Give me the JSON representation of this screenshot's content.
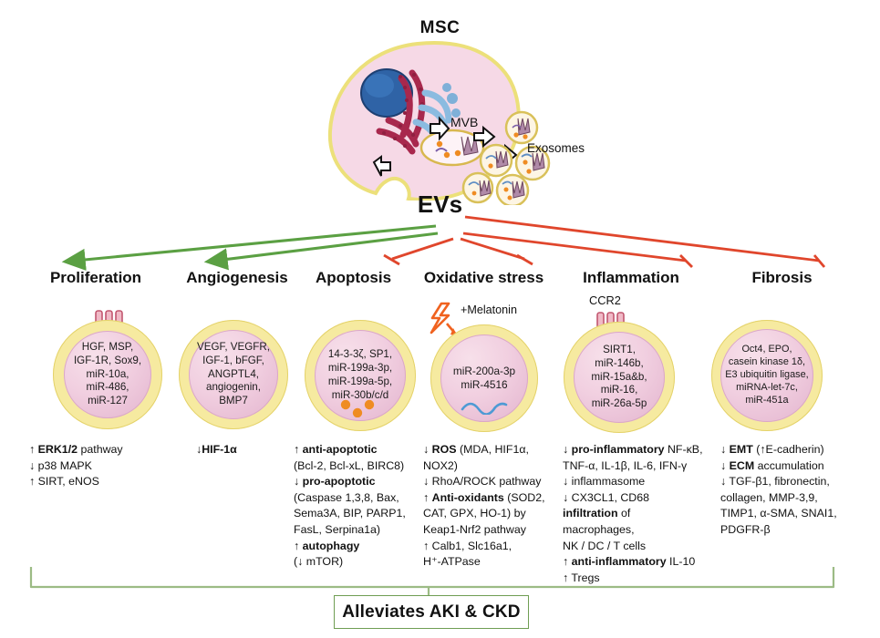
{
  "figure": {
    "msc_label": "MSC",
    "mvb_label": "MVB",
    "exosomes_label": "Exosomes",
    "evs_label": "EVs",
    "outcome": "Alleviates AKI & CKD",
    "colors": {
      "green_arrow": "#5ba043",
      "red_arrow": "#e0462c",
      "vesicle_outer": "#f6eaa0",
      "vesicle_inner": "#f0cbdf",
      "bracket": "#9cbb85",
      "box_border": "#6f9e53",
      "nucleus": "#2a5d9e",
      "er": "#a62a4d",
      "golgi": "#7fb6dd",
      "melatonin_bolt": "#f0621f",
      "cargo_dot": "#f08a22"
    }
  },
  "categories": [
    {
      "id": "proliferation",
      "title": "Proliferation",
      "arrow": "green-activation-arrow",
      "receptor": true,
      "receptor_label": "",
      "cargo": [
        "HGF, MSP,",
        "IGF-1R, Sox9,",
        "miR-10a,",
        "miR-486,",
        "miR-127"
      ],
      "effects": [
        [
          {
            "t": "↑ ",
            "b": false
          },
          {
            "t": "ERK1/2",
            "b": true
          },
          {
            "t": " pathway",
            "b": false
          }
        ],
        [
          {
            "t": "↓ p38 MAPK",
            "b": false
          }
        ],
        [
          {
            "t": "↑ SIRT, eNOS",
            "b": false
          }
        ]
      ]
    },
    {
      "id": "angiogenesis",
      "title": "Angiogenesis",
      "arrow": "green-activation-arrow",
      "receptor": false,
      "receptor_label": "",
      "cargo": [
        "VEGF, VEGFR,",
        "IGF-1, bFGF,",
        "ANGPTL4,",
        "angiogenin,",
        "BMP7"
      ],
      "effects": [
        [
          {
            "t": "↓",
            "b": false
          },
          {
            "t": "HIF-1α",
            "b": true
          }
        ]
      ]
    },
    {
      "id": "apoptosis",
      "title": "Apoptosis",
      "arrow": "red-inhibition-bar",
      "receptor": false,
      "receptor_label": "",
      "cargo": [
        "14-3-3ζ, SP1,",
        "miR-199a-3p,",
        "miR-199a-5p,",
        "miR-30b/c/d"
      ],
      "dots": 3,
      "effects": [
        [
          {
            "t": "↑ ",
            "b": false
          },
          {
            "t": "anti-apoptotic",
            "b": true
          }
        ],
        [
          {
            "t": "(Bcl-2, Bcl-xL, BIRC8)",
            "b": false
          }
        ],
        [
          {
            "t": "↓ ",
            "b": false
          },
          {
            "t": "pro-apoptotic",
            "b": true
          }
        ],
        [
          {
            "t": "(Caspase 1,3,8, Bax,",
            "b": false
          }
        ],
        [
          {
            "t": "Sema3A, BIP, PARP1,",
            "b": false
          }
        ],
        [
          {
            "t": "FasL, Serpina1a)",
            "b": false
          }
        ],
        [
          {
            "t": "↑ ",
            "b": false
          },
          {
            "t": "autophagy",
            "b": true
          }
        ],
        [
          {
            "t": "(↓ mTOR)",
            "b": false
          }
        ]
      ]
    },
    {
      "id": "oxidative-stress",
      "title": "Oxidative stress",
      "arrow": "red-inhibition-bar",
      "receptor": false,
      "receptor_label": "+Melatonin",
      "cargo": [
        "miR-200a-3p",
        "miR-4516"
      ],
      "effects": [
        [
          {
            "t": "↓ ",
            "b": false
          },
          {
            "t": "ROS",
            "b": true
          },
          {
            "t": " (MDA, HIF1α,",
            "b": false
          }
        ],
        [
          {
            "t": "NOX2)",
            "b": false
          }
        ],
        [
          {
            "t": "↓ RhoA/ROCK pathway",
            "b": false
          }
        ],
        [
          {
            "t": "↑ ",
            "b": false
          },
          {
            "t": "Anti-oxidants",
            "b": true
          },
          {
            "t": " (SOD2,",
            "b": false
          }
        ],
        [
          {
            "t": "CAT, GPX, HO-1) by",
            "b": false
          }
        ],
        [
          {
            "t": "Keap1-Nrf2 pathway",
            "b": false
          }
        ],
        [
          {
            "t": "↑ Calb1, Slc16a1,",
            "b": false
          }
        ],
        [
          {
            "t": "H⁺-ATPase",
            "b": false
          }
        ]
      ]
    },
    {
      "id": "inflammation",
      "title": "Inflammation",
      "arrow": "red-inhibition-bar",
      "receptor": true,
      "receptor_label": "CCR2",
      "cargo": [
        "SIRT1,",
        "miR-146b,",
        "miR-15a&b,",
        "miR-16,",
        "miR-26a-5p"
      ],
      "effects": [
        [
          {
            "t": "↓ ",
            "b": false
          },
          {
            "t": "pro-inflammatory",
            "b": true
          },
          {
            "t": " NF-κB,",
            "b": false
          }
        ],
        [
          {
            "t": "TNF-α, IL-1β, IL-6, IFN-γ",
            "b": false
          }
        ],
        [
          {
            "t": "↓ inflammasome",
            "b": false
          }
        ],
        [
          {
            "t": "↓ CX3CL1, CD68",
            "b": false
          }
        ],
        [
          {
            "t": "infiltration",
            "b": true
          },
          {
            "t": " of",
            "b": false
          }
        ],
        [
          {
            "t": "macrophages,",
            "b": false
          }
        ],
        [
          {
            "t": "NK / DC / T cells",
            "b": false
          }
        ],
        [
          {
            "t": "↑ ",
            "b": false
          },
          {
            "t": "anti-inflammatory",
            "b": true
          },
          {
            "t": " IL-10",
            "b": false
          }
        ],
        [
          {
            "t": "↑ Tregs",
            "b": false
          }
        ]
      ]
    },
    {
      "id": "fibrosis",
      "title": "Fibrosis",
      "arrow": "red-inhibition-bar",
      "receptor": false,
      "receptor_label": "",
      "cargo": [
        "Oct4, EPO,",
        "casein kinase 1δ,",
        "E3 ubiquitin ligase,",
        "miRNA-let-7c,",
        "miR-451a"
      ],
      "effects": [
        [
          {
            "t": "↓ ",
            "b": false
          },
          {
            "t": "EMT",
            "b": true
          },
          {
            "t": " (↑E-cadherin)",
            "b": false
          }
        ],
        [
          {
            "t": "↓ ",
            "b": false
          },
          {
            "t": "ECM",
            "b": true
          },
          {
            "t": " accumulation",
            "b": false
          }
        ],
        [
          {
            "t": "↓ TGF-β1, fibronectin,",
            "b": false
          }
        ],
        [
          {
            "t": "collagen, MMP-3,9,",
            "b": false
          }
        ],
        [
          {
            "t": "TIMP1, α-SMA, SNAI1,",
            "b": false
          }
        ],
        [
          {
            "t": "PDGFR-β",
            "b": false
          }
        ]
      ]
    }
  ]
}
